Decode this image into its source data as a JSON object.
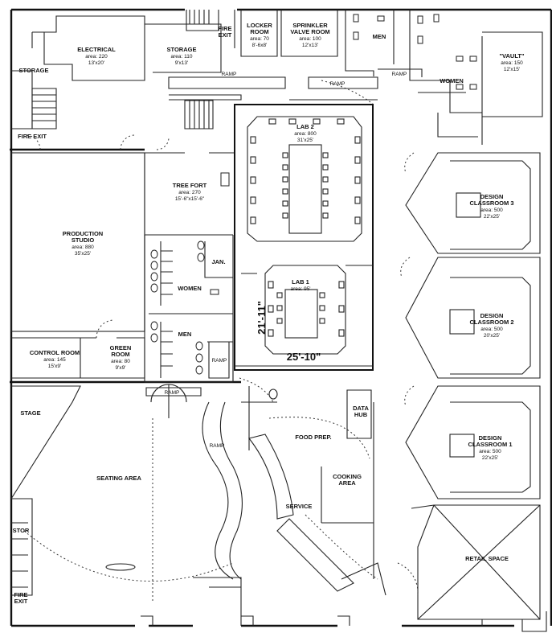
{
  "rooms": {
    "electrical": {
      "name": "ELECTRICAL",
      "area": "area: 220",
      "size": "13'x20'"
    },
    "storage_top": {
      "name": "STORAGE",
      "area": "area: 110",
      "size": "9'x13'"
    },
    "storage_left": {
      "name": "STORAGE"
    },
    "fire_exit_top": {
      "name": "FIRE",
      "name2": "EXIT"
    },
    "locker": {
      "name": "LOCKER",
      "name2": "ROOM",
      "area": "area: 70",
      "size": "8'-6x8'"
    },
    "sprinkler": {
      "name": "SPRINKLER",
      "name2": "VALVE ROOM",
      "area": "area: 100",
      "size": "12'x13'"
    },
    "men_top": {
      "name": "MEN"
    },
    "women_top": {
      "name": "WOMEN"
    },
    "vault": {
      "name": "\"VAULT\"",
      "area": "area: 150",
      "size": "12'x15'"
    },
    "fire_exit_left": {
      "name": "FIRE EXIT"
    },
    "lab2": {
      "name": "LAB 2",
      "area": "area: 800",
      "size": "31'x25'"
    },
    "tree_fort": {
      "name": "TREE FORT",
      "area": "area: 270",
      "size": "15'-6\"x15'-6\""
    },
    "production": {
      "name": "PRODUCTION",
      "name2": "STUDIO",
      "area": "area: 880",
      "size": "35'x25'"
    },
    "jan": {
      "name": "JAN."
    },
    "women_mid": {
      "name": "WOMEN"
    },
    "men_mid": {
      "name": "MEN"
    },
    "lab1": {
      "name": "LAB 1",
      "area": "area: 95'"
    },
    "design3": {
      "name": "DESIGN",
      "name2": "CLASSROOM 3",
      "area": "area: 500",
      "size": "22'x25'"
    },
    "design2": {
      "name": "DESIGN",
      "name2": "CLASSROOM 2",
      "area": "area: 500",
      "size": "20'x25'"
    },
    "design1": {
      "name": "DESIGN",
      "name2": "CLASSROOM 1",
      "area": "area: 500",
      "size": "22'x25'"
    },
    "control": {
      "name": "CONTROL ROOM",
      "area": "area: 145",
      "size": "15'x9'"
    },
    "green": {
      "name": "GREEN",
      "name2": "ROOM",
      "area": "area: 80",
      "size": "9'x9'"
    },
    "stage": {
      "name": "STAGE"
    },
    "seating": {
      "name": "SEATING AREA"
    },
    "food_prep": {
      "name": "FOOD PREP."
    },
    "data_hub": {
      "name": "DATA",
      "name2": "HUB"
    },
    "cooking": {
      "name": "COOKING",
      "name2": "AREA"
    },
    "service": {
      "name": "SERVICE"
    },
    "retail": {
      "name": "RETAIL SPACE"
    },
    "stor": {
      "name": "STOR"
    },
    "fire_exit_bottom": {
      "name": "FIRE",
      "name2": "EXIT"
    }
  },
  "ramps": [
    "RAMP",
    "RAMP",
    "RAMP",
    "RAMP",
    "RAMP",
    "RAMP"
  ],
  "dimensions": {
    "vertical": "21'-11\"",
    "horizontal": "25'-10\""
  }
}
